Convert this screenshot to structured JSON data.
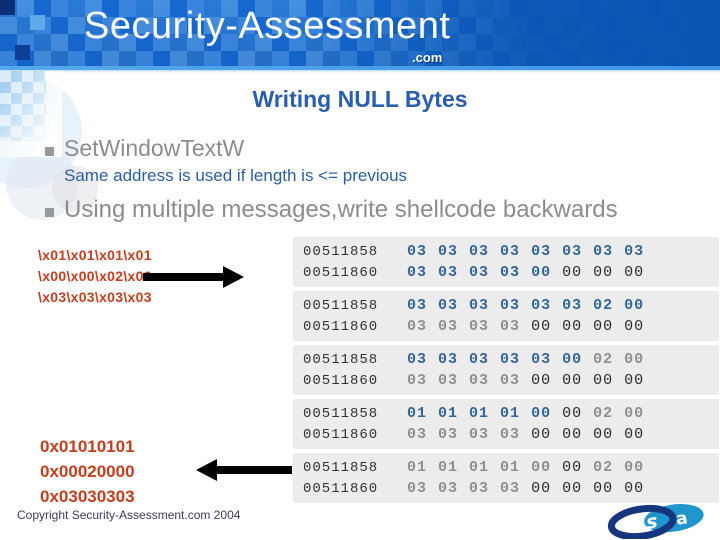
{
  "header": {
    "brand": "Security-Assessment",
    "suffix": ".com"
  },
  "slide": {
    "title": "Writing NULL Bytes",
    "bullets": [
      {
        "label": "SetWindowTextW",
        "sub": "Same address is used if length is <= previous"
      },
      {
        "label": "Using multiple messages,write shellcode backwards"
      }
    ]
  },
  "diagram": {
    "shellcode_input_lines": [
      "\\x01\\x01\\x01\\x01",
      "\\x00\\x00\\x02\\x00",
      "\\x03\\x03\\x03\\x03"
    ],
    "memory_result_lines": [
      "0x01010101",
      "0x00020000",
      "0x03030303"
    ],
    "byte_color_legend": {
      "new": "#336699",
      "old": "#8f8f8f",
      "zero": "#2b2b2b"
    },
    "memory_snapshots": [
      {
        "rows": [
          {
            "address": "00511858",
            "bytes": [
              [
                "03",
                "new"
              ],
              [
                "03",
                "new"
              ],
              [
                "03",
                "new"
              ],
              [
                "03",
                "new"
              ],
              [
                "03",
                "new"
              ],
              [
                "03",
                "new"
              ],
              [
                "03",
                "new"
              ],
              [
                "03",
                "new"
              ]
            ]
          },
          {
            "address": "00511860",
            "bytes": [
              [
                "03",
                "new"
              ],
              [
                "03",
                "new"
              ],
              [
                "03",
                "new"
              ],
              [
                "03",
                "new"
              ],
              [
                "00",
                "new"
              ],
              [
                "00",
                "zero"
              ],
              [
                "00",
                "zero"
              ],
              [
                "00",
                "zero"
              ]
            ]
          }
        ]
      },
      {
        "rows": [
          {
            "address": "00511858",
            "bytes": [
              [
                "03",
                "new"
              ],
              [
                "03",
                "new"
              ],
              [
                "03",
                "new"
              ],
              [
                "03",
                "new"
              ],
              [
                "03",
                "new"
              ],
              [
                "03",
                "new"
              ],
              [
                "02",
                "new"
              ],
              [
                "00",
                "new"
              ]
            ]
          },
          {
            "address": "00511860",
            "bytes": [
              [
                "03",
                "old"
              ],
              [
                "03",
                "old"
              ],
              [
                "03",
                "old"
              ],
              [
                "03",
                "old"
              ],
              [
                "00",
                "zero"
              ],
              [
                "00",
                "zero"
              ],
              [
                "00",
                "zero"
              ],
              [
                "00",
                "zero"
              ]
            ]
          }
        ]
      },
      {
        "rows": [
          {
            "address": "00511858",
            "bytes": [
              [
                "03",
                "new"
              ],
              [
                "03",
                "new"
              ],
              [
                "03",
                "new"
              ],
              [
                "03",
                "new"
              ],
              [
                "03",
                "new"
              ],
              [
                "00",
                "new"
              ],
              [
                "02",
                "old"
              ],
              [
                "00",
                "old"
              ]
            ]
          },
          {
            "address": "00511860",
            "bytes": [
              [
                "03",
                "old"
              ],
              [
                "03",
                "old"
              ],
              [
                "03",
                "old"
              ],
              [
                "03",
                "old"
              ],
              [
                "00",
                "zero"
              ],
              [
                "00",
                "zero"
              ],
              [
                "00",
                "zero"
              ],
              [
                "00",
                "zero"
              ]
            ]
          }
        ]
      },
      {
        "rows": [
          {
            "address": "00511858",
            "bytes": [
              [
                "01",
                "new"
              ],
              [
                "01",
                "new"
              ],
              [
                "01",
                "new"
              ],
              [
                "01",
                "new"
              ],
              [
                "00",
                "new"
              ],
              [
                "00",
                "zero"
              ],
              [
                "02",
                "old"
              ],
              [
                "00",
                "old"
              ]
            ]
          },
          {
            "address": "00511860",
            "bytes": [
              [
                "03",
                "old"
              ],
              [
                "03",
                "old"
              ],
              [
                "03",
                "old"
              ],
              [
                "03",
                "old"
              ],
              [
                "00",
                "zero"
              ],
              [
                "00",
                "zero"
              ],
              [
                "00",
                "zero"
              ],
              [
                "00",
                "zero"
              ]
            ]
          }
        ]
      },
      {
        "rows": [
          {
            "address": "00511858",
            "bytes": [
              [
                "01",
                "old"
              ],
              [
                "01",
                "old"
              ],
              [
                "01",
                "old"
              ],
              [
                "01",
                "old"
              ],
              [
                "00",
                "old"
              ],
              [
                "00",
                "zero"
              ],
              [
                "02",
                "old"
              ],
              [
                "00",
                "old"
              ]
            ]
          },
          {
            "address": "00511860",
            "bytes": [
              [
                "03",
                "old"
              ],
              [
                "03",
                "old"
              ],
              [
                "03",
                "old"
              ],
              [
                "03",
                "old"
              ],
              [
                "00",
                "zero"
              ],
              [
                "00",
                "zero"
              ],
              [
                "00",
                "zero"
              ],
              [
                "00",
                "zero"
              ]
            ]
          }
        ]
      }
    ]
  },
  "footer": {
    "copyright": "Copyright Security-Assessment.com 2004",
    "logo_left_letter": "s",
    "logo_right_letter": "a"
  },
  "colors": {
    "header_blue": "#0a54b2",
    "title_blue": "#2a5fae",
    "bullet_gray": "#8c8c8c",
    "sub_blue": "#2b5ea7",
    "code_red": "#c83d1e",
    "box_gray": "#ececec"
  }
}
